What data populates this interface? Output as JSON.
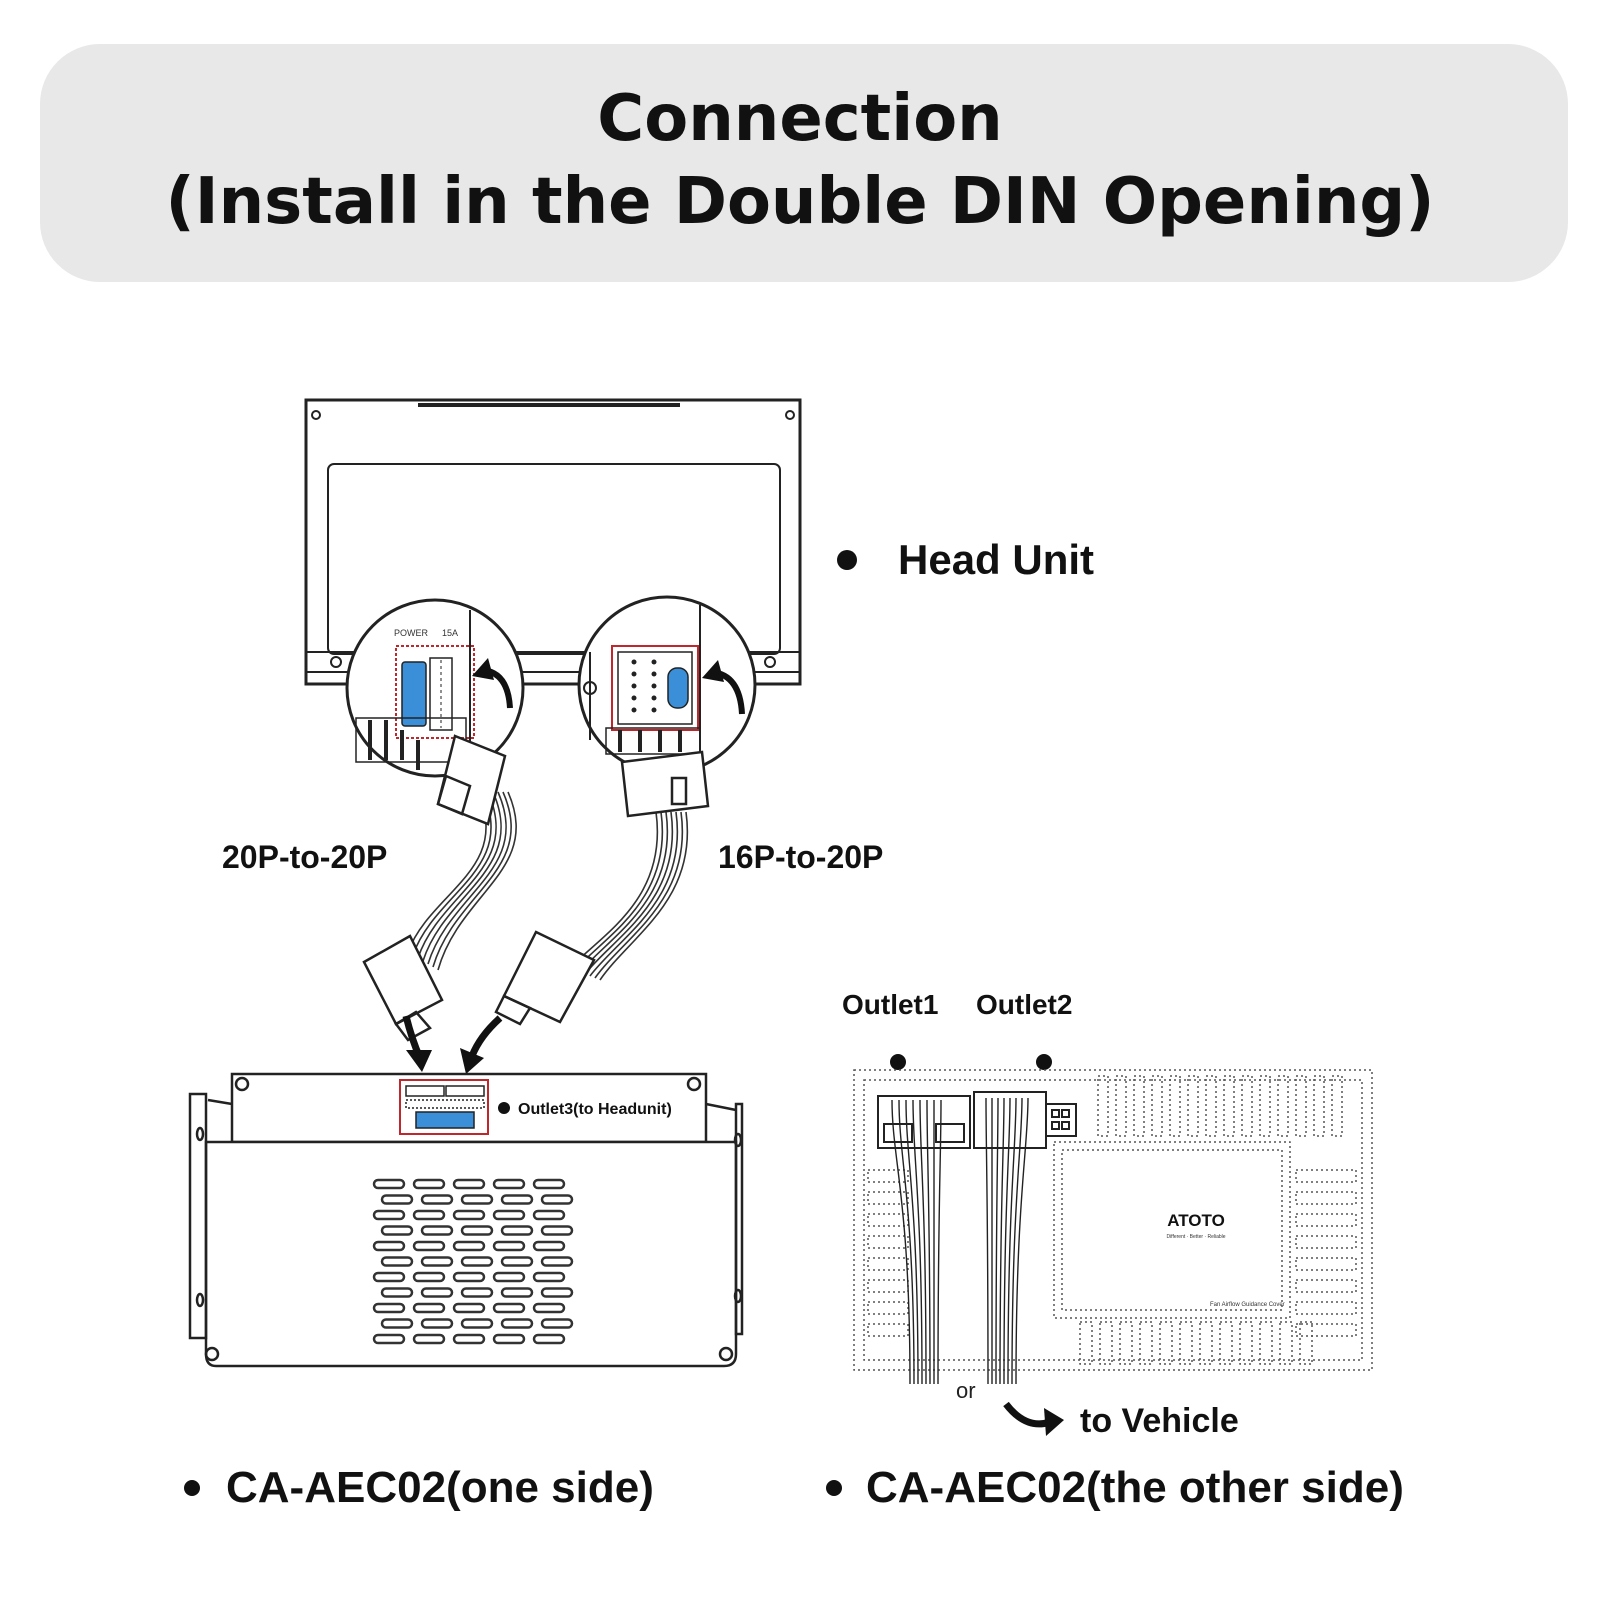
{
  "header": {
    "title_line1": "Connection",
    "title_line2": "(Install in the Double DIN Opening)"
  },
  "head_unit": {
    "label": "Head Unit",
    "power_label": "POWER",
    "fuse_label": "15A"
  },
  "cables": {
    "left_label": "20P-to-20P",
    "right_label": "16P-to-20P"
  },
  "box_one_side": {
    "outlet3_label": "Outlet3(to Headunit)",
    "caption": "CA-AEC02(one side)"
  },
  "box_other_side": {
    "outlet1_label": "Outlet1",
    "outlet2_label": "Outlet2",
    "brand": "ATOTO",
    "brand_tagline": "Different · Better · Reliable",
    "cover_label": "Fan Airflow Guidance Cover",
    "or_label": "or",
    "to_vehicle_label": "to Vehicle",
    "caption": "CA-AEC02(the other side)"
  },
  "colors": {
    "banner": "#e8e8e8",
    "connector_blue": "#3a8fd8",
    "highlight_red": "#c0272d"
  }
}
